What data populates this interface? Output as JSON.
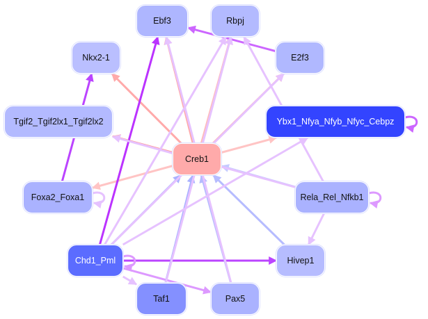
{
  "nodes": [
    {
      "id": "Ebf3",
      "label": "Ebf3",
      "fill": "#aeb6ff",
      "text": "#111111"
    },
    {
      "id": "Rbpj",
      "label": "Rbpj",
      "fill": "#b3baff",
      "text": "#111111"
    },
    {
      "id": "Nkx2-1",
      "label": "Nkx2-1",
      "fill": "#babfff",
      "text": "#111111"
    },
    {
      "id": "E2f3",
      "label": "E2f3",
      "fill": "#b0b8ff",
      "text": "#111111"
    },
    {
      "id": "Tgif2",
      "label": "Tgif2_Tgif2lx1_Tgif2lx2",
      "fill": "#b3baff",
      "text": "#111111"
    },
    {
      "id": "Ybx1",
      "label": "Ybx1_Nfya_Nfyb_Nfyc_Cebpz",
      "fill": "#3344ff",
      "text": "#ffffff"
    },
    {
      "id": "Creb1",
      "label": "Creb1",
      "fill": "#ffaaaa",
      "text": "#111111"
    },
    {
      "id": "Foxa2",
      "label": "Foxa2_Foxa1",
      "fill": "#aab2ff",
      "text": "#111111"
    },
    {
      "id": "Rela",
      "label": "Rela_Rel_Nfkb1",
      "fill": "#aab2ff",
      "text": "#111111"
    },
    {
      "id": "Chd1",
      "label": "Chd1_Pml",
      "fill": "#5b6cff",
      "text": "#ffffff"
    },
    {
      "id": "Hivep1",
      "label": "Hivep1",
      "fill": "#b6bcff",
      "text": "#111111"
    },
    {
      "id": "Taf1",
      "label": "Taf1",
      "fill": "#8490ff",
      "text": "#111111"
    },
    {
      "id": "Pax5",
      "label": "Pax5",
      "fill": "#aab2ff",
      "text": "#111111"
    }
  ],
  "edges": [
    {
      "source": "Creb1",
      "target": "Ebf3",
      "color": "#ffaaaa"
    },
    {
      "source": "Creb1",
      "target": "Rbpj",
      "color": "#ffbbbb"
    },
    {
      "source": "Creb1",
      "target": "Nkx2-1",
      "color": "#ffaaaa"
    },
    {
      "source": "Creb1",
      "target": "E2f3",
      "color": "#ffaaaa"
    },
    {
      "source": "Creb1",
      "target": "Tgif2",
      "color": "#ff9f9f"
    },
    {
      "source": "Creb1",
      "target": "Ybx1",
      "color": "#ffc4c4"
    },
    {
      "source": "Creb1",
      "target": "Foxa2",
      "color": "#ffc4c4"
    },
    {
      "source": "E2f3",
      "target": "Ebf3",
      "color": "#cc66ff"
    },
    {
      "source": "Chd1",
      "target": "Ebf3",
      "color": "#bb33ff"
    },
    {
      "source": "Foxa2",
      "target": "Nkx2-1",
      "color": "#bb44ff"
    },
    {
      "source": "Chd1",
      "target": "Hivep1",
      "color": "#bb44ff"
    },
    {
      "source": "Chd1",
      "target": "Pax5",
      "color": "#dd99ff"
    },
    {
      "source": "Chd1",
      "target": "Taf1",
      "color": "#e6c2ff"
    },
    {
      "source": "Chd1",
      "target": "Chd1",
      "color": "#dd99ff"
    },
    {
      "source": "Chd1",
      "target": "Creb1",
      "color": "#aab2ff"
    },
    {
      "source": "Taf1",
      "target": "Creb1",
      "color": "#aab2ff"
    },
    {
      "source": "Pax5",
      "target": "Creb1",
      "color": "#b6bcff"
    },
    {
      "source": "Hivep1",
      "target": "Creb1",
      "color": "#b6bcff"
    },
    {
      "source": "Rela",
      "target": "Creb1",
      "color": "#c4caff"
    },
    {
      "source": "Chd1",
      "target": "Rbpj",
      "color": "#e6c2ff"
    },
    {
      "source": "Chd1",
      "target": "E2f3",
      "color": "#e6c2ff"
    },
    {
      "source": "Chd1",
      "target": "Ybx1",
      "color": "#e6c2ff"
    },
    {
      "source": "Rela",
      "target": "Tgif2",
      "color": "#e6c2ff"
    },
    {
      "source": "Rela",
      "target": "Hivep1",
      "color": "#e6c2ff"
    },
    {
      "source": "Rela",
      "target": "Rela",
      "color": "#dd99ff"
    },
    {
      "source": "Foxa2",
      "target": "Foxa2",
      "color": "#e6c2ff"
    },
    {
      "source": "Ybx1",
      "target": "Ybx1",
      "color": "#cc66ff"
    },
    {
      "source": "Taf1",
      "target": "Rbpj",
      "color": "#e6c2ff"
    },
    {
      "source": "Pax5",
      "target": "Ebf3",
      "color": "#e6c2ff"
    },
    {
      "source": "Rela",
      "target": "Rbpj",
      "color": "#e6c2ff"
    }
  ]
}
